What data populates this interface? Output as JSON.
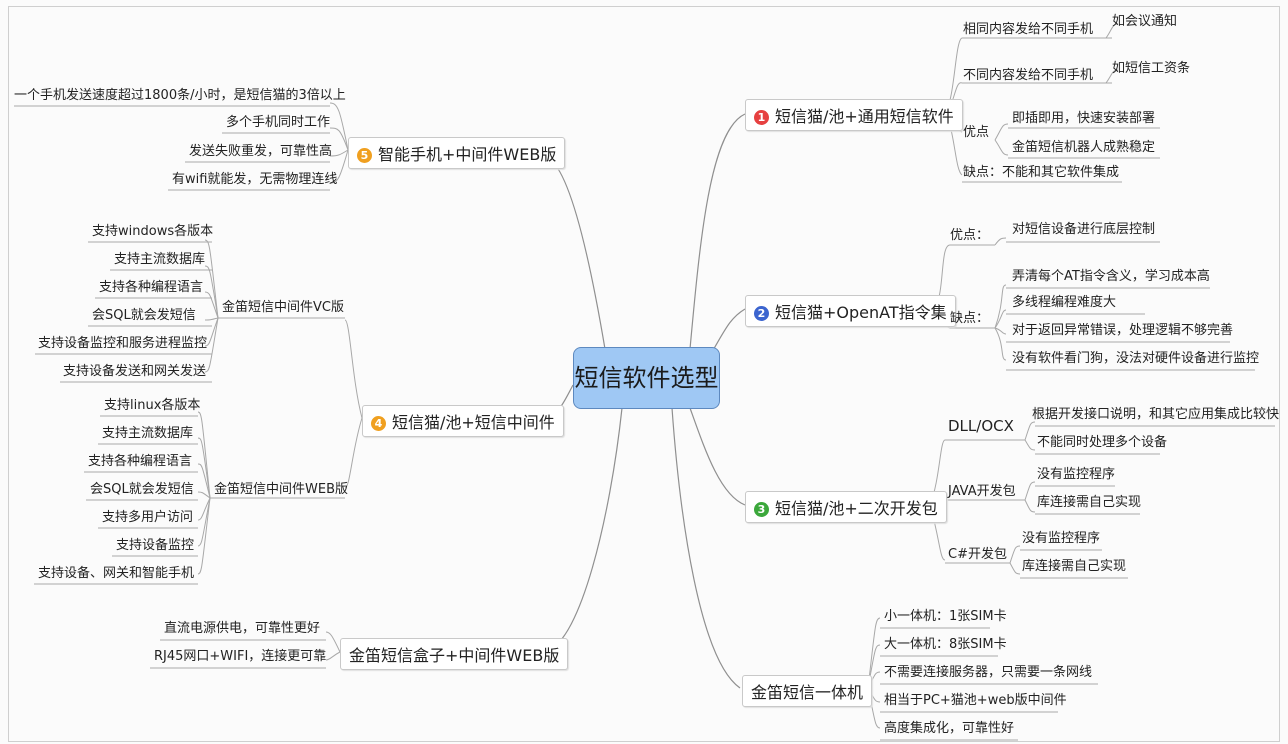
{
  "center": "短信软件选型",
  "branch1": {
    "badge": "1",
    "label": "短信猫/池+通用短信软件",
    "items": [
      {
        "label": "相同内容发给不同手机",
        "note": "如会议通知"
      },
      {
        "label": "不同内容发给不同手机",
        "note": "如短信工资条"
      },
      {
        "label": "优点",
        "points": [
          "即插即用，快速安装部署",
          "金笛短信机器人成熟稳定"
        ]
      },
      {
        "label": "缺点：不能和其它软件集成"
      }
    ]
  },
  "branch2": {
    "badge": "2",
    "label": "短信猫+OpenAT指令集",
    "pros_label": "优点：",
    "pros": [
      "对短信设备进行底层控制"
    ],
    "cons_label": "缺点：",
    "cons": [
      "弄清每个AT指令含义，学习成本高",
      "多线程编程难度大",
      "对于返回异常错误，处理逻辑不够完善",
      "没有软件看门狗，没法对硬件设备进行监控"
    ]
  },
  "branch3": {
    "badge": "3",
    "label": "短信猫/池+二次开发包",
    "groups": [
      {
        "label": "DLL/OCX",
        "points": [
          "根据开发接口说明，和其它应用集成比较快",
          "不能同时处理多个设备"
        ]
      },
      {
        "label": "JAVA开发包",
        "points": [
          "没有监控程序",
          "库连接需自己实现"
        ]
      },
      {
        "label": "C#开发包",
        "points": [
          "没有监控程序",
          "库连接需自己实现"
        ]
      }
    ]
  },
  "branch4": {
    "badge": "4",
    "label": "短信猫/池+短信中间件",
    "vc": {
      "label": "金笛短信中间件VC版",
      "points": [
        "支持windows各版本",
        "支持主流数据库",
        "支持各种编程语言",
        "会SQL就会发短信",
        "支持设备监控和服务进程监控",
        "支持设备发送和网关发送"
      ]
    },
    "web": {
      "label": "金笛短信中间件WEB版",
      "points": [
        "支持linux各版本",
        "支持主流数据库",
        "支持各种编程语言",
        "会SQL就会发短信",
        "支持多用户访问",
        "支持设备监控",
        "支持设备、网关和智能手机"
      ]
    }
  },
  "branch5": {
    "badge": "5",
    "label": "智能手机+中间件WEB版",
    "points": [
      "一个手机发送速度超过1800条/小时，是短信猫的3倍以上",
      "多个手机同时工作",
      "发送失败重发，可靠性高",
      "有wifi就能发，无需物理连线"
    ]
  },
  "branch6": {
    "label": "金笛短信盒子+中间件WEB版",
    "points": [
      "直流电源供电，可靠性更好",
      "RJ45网口+WIFI，连接更可靠"
    ]
  },
  "branch7": {
    "label": "金笛短信一体机",
    "points": [
      "小一体机：1张SIM卡",
      "大一体机：8张SIM卡",
      "不需要连接服务器，只需要一条网线",
      "相当于PC+猫池+web版中间件",
      "高度集成化，可靠性好"
    ]
  }
}
